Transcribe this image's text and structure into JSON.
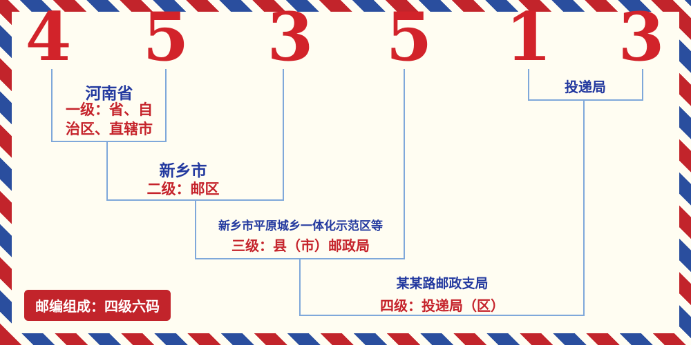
{
  "postal_code": {
    "digits": [
      "4",
      "5",
      "3",
      "5",
      "1",
      "3"
    ]
  },
  "levels": {
    "level1": {
      "name": "河南省",
      "desc": "一级：省、自\n治区、直辖市"
    },
    "level2": {
      "name": "新乡市",
      "desc": "二级：邮区"
    },
    "level3": {
      "name": "新乡市平原城乡一体化示范区等",
      "desc": "三级：县（市）邮政局"
    },
    "level4": {
      "name": "某某路邮政支局",
      "desc": "四级：投递局（区）"
    },
    "delivery": {
      "name": "投递局"
    }
  },
  "badge": {
    "text": "邮编组成：四级六码"
  },
  "colors": {
    "digit_red": "#d2232a",
    "label_blue": "#23399f",
    "desc_red": "#c5232b",
    "line_blue": "#7fa8da",
    "background": "#fffdf2",
    "border_red": "#c2242b",
    "border_blue": "#2a4e9e"
  }
}
